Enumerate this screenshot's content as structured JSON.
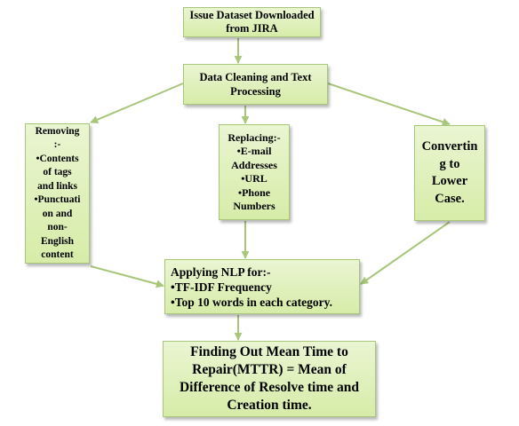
{
  "flowchart": {
    "download": {
      "lines": [
        "Issue Dataset Downloaded",
        "from JIRA"
      ]
    },
    "cleaning": {
      "lines": [
        "Data Cleaning and Text",
        "Processing"
      ]
    },
    "removing": {
      "lines": [
        "Removing",
        ":-",
        "•Contents",
        "of tags",
        "and links",
        "•Punctuati",
        "on and",
        "non-",
        "English",
        "content"
      ]
    },
    "replacing": {
      "lines": [
        "Replacing:-",
        "•E-mail",
        "Addresses",
        "•URL",
        "•Phone",
        "Numbers"
      ]
    },
    "converting": {
      "lines": [
        "Convertin",
        "g to",
        "Lower",
        "Case."
      ]
    },
    "nlp": {
      "lines": [
        "Applying NLP for:-",
        "•TF-IDF Frequency",
        "•Top 10 words in each category."
      ]
    },
    "mttr": {
      "lines": [
        "Finding Out Mean Time to",
        "Repair(MTTR) = Mean of",
        "Difference of Resolve time and",
        "Creation time."
      ]
    }
  },
  "colors": {
    "box_fill": "#d7eca8",
    "box_border": "#a8c67a",
    "arrow": "#a8c67a"
  }
}
